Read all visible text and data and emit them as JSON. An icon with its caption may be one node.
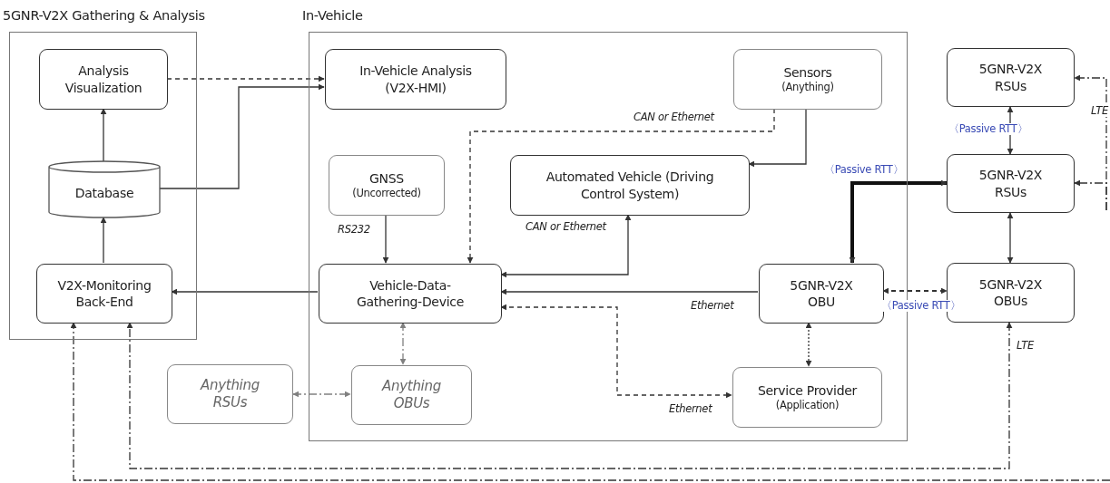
{
  "diagram": {
    "nodes": [
      {
        "text": [
          "5GNR-V2X Gathering & Analysis"
        ]
      },
      {
        "text": [
          "Analysis Visualization"
        ],
        "in": 0
      },
      {
        "text": [
          "Database"
        ],
        "in": 0
      },
      {
        "text": [
          "V2X-Monitoring Back-End"
        ],
        "in": 0
      },
      {
        "text": [
          "In-Vehicle"
        ]
      },
      {
        "text": [
          "In-Vehicle Analysis (V2X-HMI)"
        ],
        "in": 4
      },
      {
        "text": [
          "Sensors",
          "(Anything)"
        ],
        "in": 4
      },
      {
        "text": [
          "GNSS",
          "(Uncorrected)"
        ],
        "in": 4
      },
      {
        "text": [
          "Automated Vehicle (Driving Control System)"
        ],
        "in": 4
      },
      {
        "text": [
          "Vehicle-Data-Gathering-Device"
        ],
        "in": 4
      },
      {
        "text": [
          "5GNR-V2X OBU"
        ],
        "in": 4
      },
      {
        "text": [
          "Anything OBUs"
        ],
        "in": 4
      },
      {
        "text": [
          "Service Provider",
          "(Application)"
        ],
        "in": 4
      },
      {
        "text": [
          "Anything RSUs"
        ]
      },
      {
        "text": [
          "5GNR-V2X RSUs"
        ]
      },
      {
        "text": [
          "5GNR-V2X RSUs"
        ]
      },
      {
        "text": [
          "5GNR-V2X OBUs"
        ]
      }
    ],
    "edges": [
      {
        "from": 1,
        "to": 5,
        "arrow": "to",
        "style": "dashed"
      },
      {
        "from": 2,
        "to": 5,
        "arrow": "to"
      },
      {
        "from": 2,
        "to": 1,
        "arrow": "to"
      },
      {
        "from": 3,
        "to": 2,
        "arrow": "to"
      },
      {
        "from": 9,
        "to": 3,
        "arrow": "to"
      },
      {
        "from": 6,
        "to": 9,
        "arrow": "to",
        "style": "dashed",
        "label": "CAN or Ethernet"
      },
      {
        "from": 6,
        "to": 8,
        "arrow": "to"
      },
      {
        "from": 7,
        "to": 9,
        "arrow": "to",
        "label": "RS232"
      },
      {
        "from": 8,
        "to": 9,
        "arrow": "both",
        "label": "CAN or Ethernet"
      },
      {
        "from": 10,
        "to": 9,
        "arrow": "to",
        "label": "Ethernet"
      },
      {
        "from": 9,
        "to": 12,
        "arrow": "both",
        "style": "dashed",
        "label": "Ethernet"
      },
      {
        "from": 9,
        "to": 11,
        "arrow": "both",
        "style": "dashed",
        "color": "#808080"
      },
      {
        "from": 13,
        "to": 11,
        "arrow": "both",
        "style": "dashed",
        "color": "#808080"
      },
      {
        "from": 10,
        "to": 12,
        "arrow": "both",
        "style": "dashed"
      },
      {
        "from": 10,
        "to": 15,
        "arrow": "both",
        "style": "thick",
        "label": "〈Passive RTT〉"
      },
      {
        "from": 10,
        "to": 16,
        "arrow": "both",
        "style": "dashed",
        "label": "〈Passive RTT〉"
      },
      {
        "from": 14,
        "to": 15,
        "arrow": "both",
        "label": "〈Passive RTT〉"
      },
      {
        "from": 15,
        "to": 16,
        "arrow": "both"
      },
      {
        "from": null,
        "to": 14,
        "arrow": "to",
        "style": "dashed",
        "label": "LTE"
      },
      {
        "from": null,
        "to": 15,
        "arrow": "to",
        "style": "dashed"
      },
      {
        "from": 16,
        "to": 3,
        "arrow": "both",
        "style": "dashed",
        "label": "LTE"
      },
      {
        "from": null,
        "to": 3,
        "arrow": "to",
        "style": "dashed"
      }
    ]
  }
}
